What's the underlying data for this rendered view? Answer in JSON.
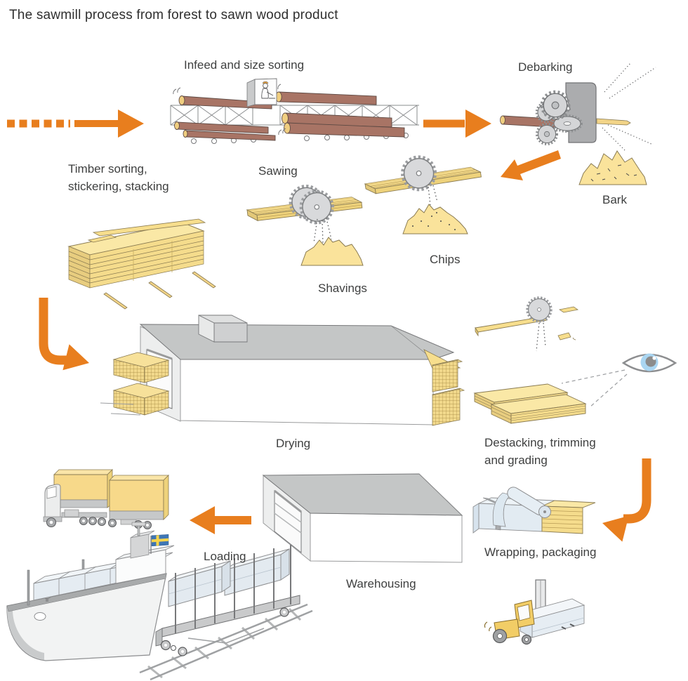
{
  "title": "The sawmill process from forest to sawn wood product",
  "labels": {
    "infeed": "Infeed and size sorting",
    "debarking": "Debarking",
    "bark": "Bark",
    "timber_line1": "Timber sorting,",
    "timber_line2": "stickering, stacking",
    "sawing": "Sawing",
    "shavings": "Shavings",
    "chips": "Chips",
    "drying": "Drying",
    "destacking_line1": "Destacking, trimming",
    "destacking_line2": "and grading",
    "wrapping": "Wrapping, packaging",
    "warehousing": "Warehousing",
    "loading": "Loading"
  },
  "colors": {
    "arrow_orange": "#E87E1E",
    "wood_yellow": "#F5DC8C",
    "pile_yellow": "#FAE39B",
    "log_brown": "#A87465",
    "machine_gray": "#ABACAE",
    "roof_gray": "#C4C6C6",
    "wrap_blue": "#E3EAF0",
    "eye_blue": "#AAD6F2",
    "flag_blue": "#3E76B5",
    "label_text": "#3F4040"
  },
  "illustrations": {
    "infeed": "log-conveyor-with-operator-cabin",
    "debarking": "debarking-machine-with-toothed-rollers",
    "bark": "bark-pile",
    "sawing": "circular-saws-cutting-planks",
    "shavings": "shavings-pile",
    "chips": "chips-pile",
    "timber": "stickered-lumber-stack",
    "drying": "drying-kiln-building",
    "destacking": "trim-saw-and-inspection-eye",
    "wrapping": "wrapping-roll-over-lumber-package",
    "forklift": "forklift-carrying-package",
    "warehousing": "warehouse-building",
    "loading": "truck-with-trailers",
    "export": "cargo-ship-with-swedish-flag-and-train-wagon"
  }
}
